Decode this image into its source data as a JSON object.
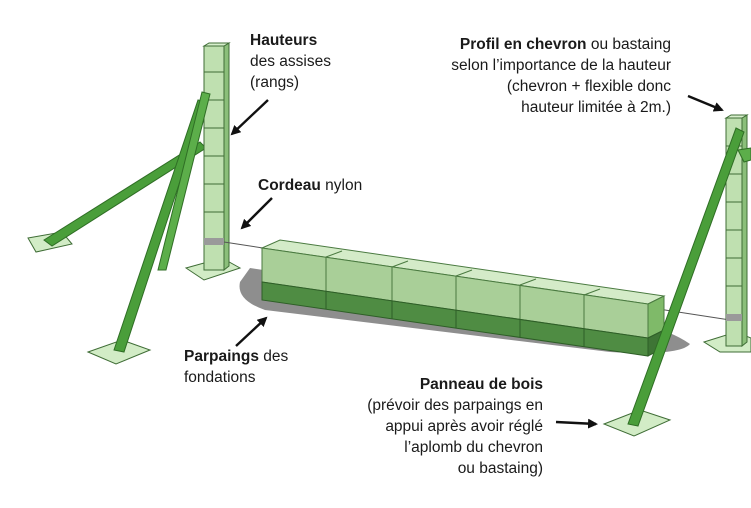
{
  "labels": {
    "hauteurs": {
      "bold": "Hauteurs",
      "lines": [
        "des assises",
        "(rangs)"
      ]
    },
    "profil": {
      "bold": "Profil en chevron",
      "bold_rest": " ou bastaing",
      "lines": [
        "selon l’importance de la hauteur",
        "(chevron + flexible donc",
        "hauteur limitée à 2m.)"
      ]
    },
    "cordeau": {
      "bold": "Cordeau",
      "rest": " nylon"
    },
    "parpaings": {
      "bold": "Parpaings",
      "rest": " des",
      "lines": [
        "fondations"
      ]
    },
    "panneau": {
      "bold": "Panneau de bois",
      "lines": [
        "(prévoir des parpaings en",
        "appui après avoir réglé",
        "l’aplomb du chevron",
        "ou bastaing)"
      ]
    }
  },
  "colors": {
    "post_light": "#bfe0b0",
    "post_stroke": "#4a7a40",
    "brace": "#4a9e3a",
    "brace_dark": "#2f6e25",
    "block_light": "#a9cf98",
    "block_top": "#c7e4b9",
    "block_dark": "#4f8c43",
    "shadow": "#8c8c8c",
    "plate": "#d2ecc6"
  }
}
